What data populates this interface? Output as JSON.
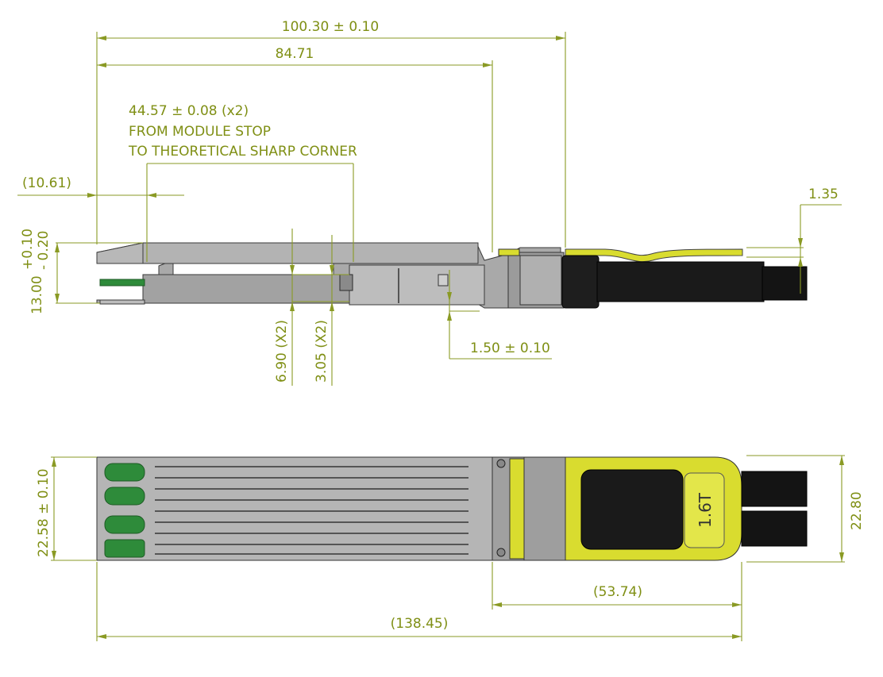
{
  "colors": {
    "dimension": "#8a9a24",
    "dimension_text": "#7f8f14",
    "metal": "#a7a7a7",
    "metal_dark": "#6e6e6e",
    "outline": "#3a3a3a",
    "boot": "#d9dc2f",
    "cable": "#141414",
    "pcb_green": "#2e8b3a"
  },
  "side_view": {
    "overall_length": "100.30 ± 0.10",
    "length_to_stop": "84.71",
    "cage_note_line1": "44.57 ± 0.08 (x2)",
    "cage_note_line2": "FROM MODULE STOP",
    "cage_note_line3": "TO THEORETICAL SHARP CORNER",
    "ref_offset": "(10.61)",
    "height_nominal": "13.00",
    "height_tol_plus": "+0.10",
    "height_tol_minus": "- 0.20",
    "latch_gap": "1.35",
    "step_height": "1.50 ± 0.10",
    "dim_a": "6.90 (X2)",
    "dim_b": "3.05 (X2)"
  },
  "top_view": {
    "width": "22.58 ± 0.10",
    "boot_width": "22.80",
    "boot_length": "(53.74)",
    "total_length": "(138.45)",
    "boot_label": "1.6T"
  },
  "icons": [
    "arrow-icon"
  ]
}
